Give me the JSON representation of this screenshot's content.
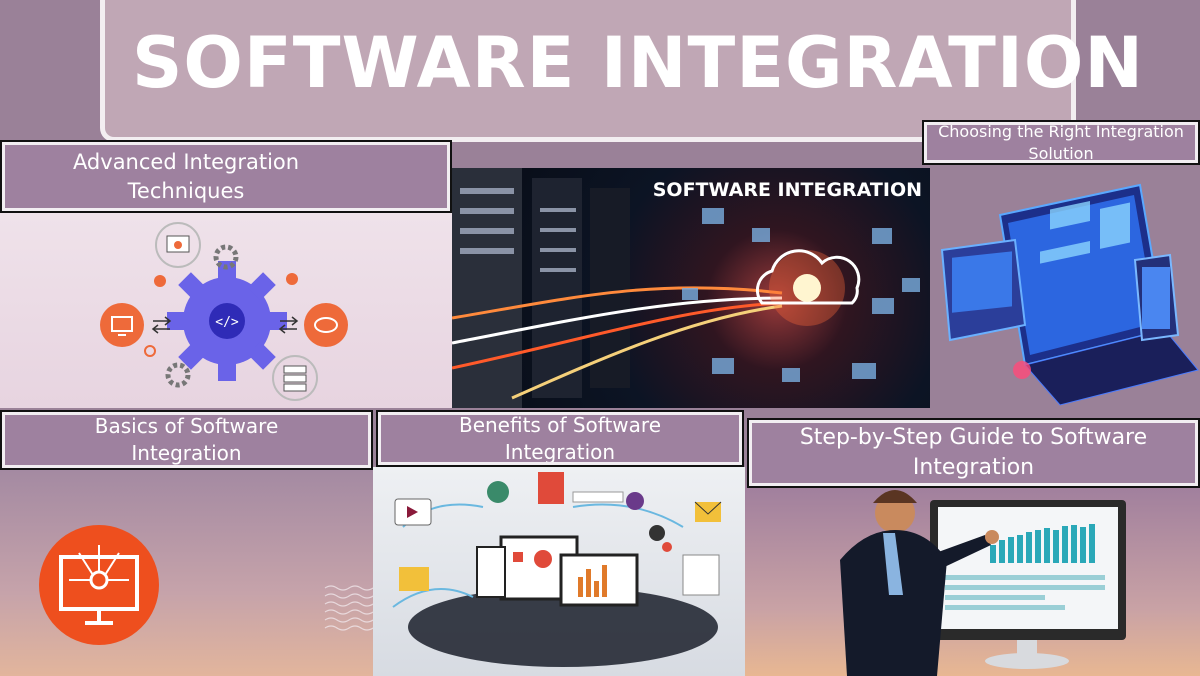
{
  "title": "SOFTWARE INTEGRATION",
  "cards": {
    "advanced": "Advanced Integration Techniques",
    "choosing": "Choosing the Right Integration Solution",
    "basics": "Basics of Software Integration",
    "benefits": "Benefits of Software Integration",
    "guide": "Step-by-Step Guide to Software Integration"
  },
  "center_image": {
    "caption": "SOFTWARE INTEGRATION"
  },
  "colors": {
    "background": "#9a8198",
    "title_box": "#c0a7b5",
    "label_box": "#9e819f",
    "accent_orange": "#ee5a2a",
    "gear_purple": "#6a63e8"
  },
  "icons": [
    "gear-icon",
    "code-icon",
    "cloud-icon",
    "monitor-icon",
    "server-icon",
    "lock-icon",
    "globe-icon",
    "mail-icon"
  ]
}
